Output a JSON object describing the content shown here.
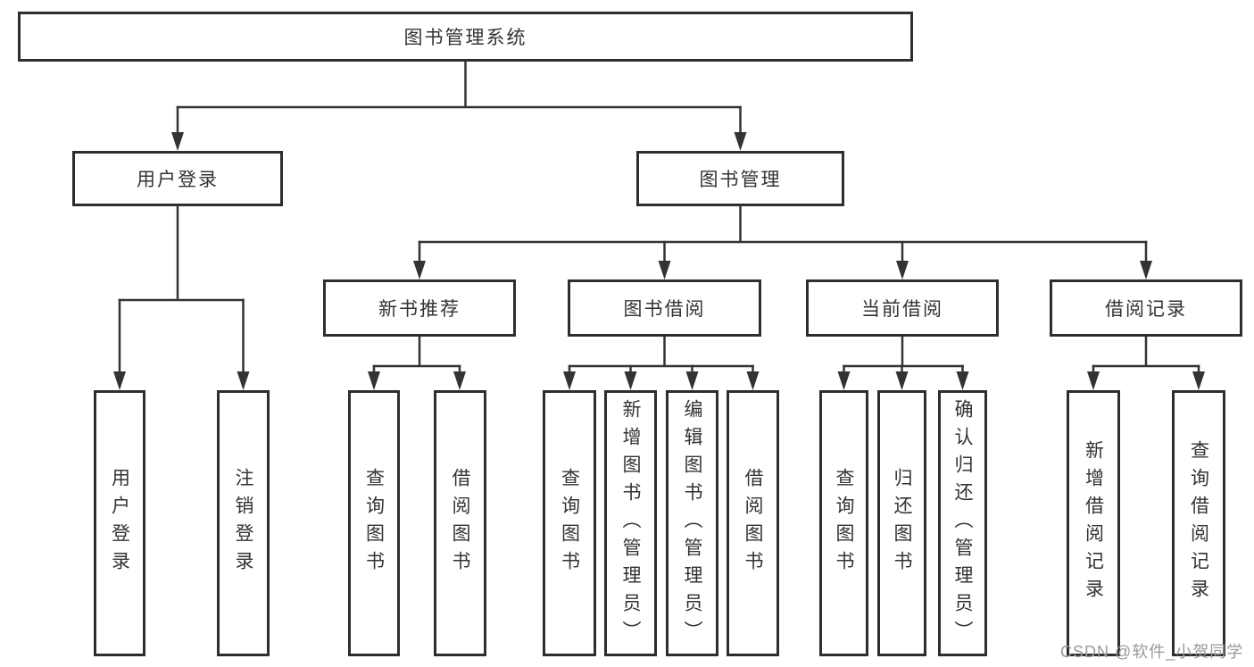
{
  "diagram": {
    "root": {
      "label": "图书管理系统"
    },
    "level2": [
      {
        "label": "用户登录"
      },
      {
        "label": "图书管理"
      }
    ],
    "level3": [
      {
        "label": "新书推荐"
      },
      {
        "label": "图书借阅"
      },
      {
        "label": "当前借阅"
      },
      {
        "label": "借阅记录"
      }
    ],
    "leaves": {
      "user_login": [
        {
          "label": "用户登录"
        },
        {
          "label": "注销登录"
        }
      ],
      "new_books": [
        {
          "label": "查询图书"
        },
        {
          "label": "借阅图书"
        }
      ],
      "borrow": [
        {
          "label": "查询图书"
        },
        {
          "label": "新增图书（管理员）"
        },
        {
          "label": "编辑图书（管理员）"
        },
        {
          "label": "借阅图书"
        }
      ],
      "current": [
        {
          "label": "查询图书"
        },
        {
          "label": "归还图书"
        },
        {
          "label": "确认归还（管理员）"
        }
      ],
      "records": [
        {
          "label": "新增借阅记录"
        },
        {
          "label": "查询借阅记录"
        }
      ]
    }
  },
  "watermark": {
    "text": "CSDN @软件_小贺同学"
  },
  "colors": {
    "line": "#333333",
    "box": "#2e2e2e",
    "text": "#333333",
    "watermark": "#9a9a9a",
    "background": "#ffffff"
  }
}
